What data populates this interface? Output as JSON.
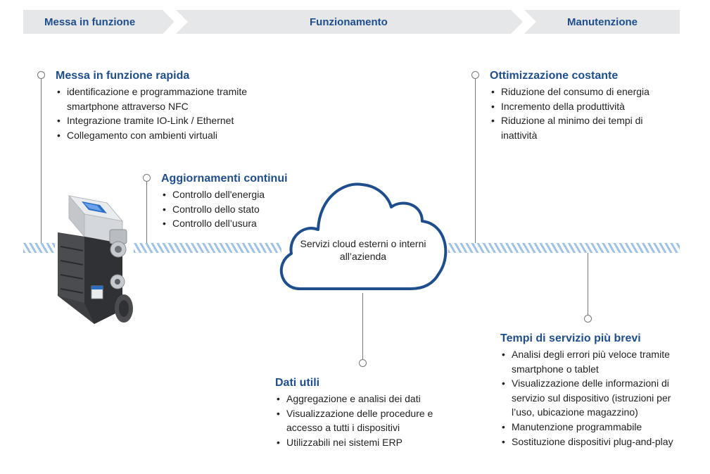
{
  "phases": [
    {
      "label": "Messa in funzione"
    },
    {
      "label": "Funzionamento"
    },
    {
      "label": "Manutenzione"
    }
  ],
  "blocks": {
    "commissioning": {
      "title": "Messa in funzione rapida",
      "items": [
        "identificazione e programmazione tramite smartphone attraverso NFC",
        "Integrazione tramite IO-Link / Ethernet",
        "Collegamento con ambienti virtuali"
      ]
    },
    "updates": {
      "title": "Aggiornamenti continui",
      "items": [
        "Controllo dell'energia",
        "Controllo dello stato",
        "Controllo dell’usura"
      ]
    },
    "optimization": {
      "title": "Ottimizzazione costante",
      "items": [
        "Riduzione del consumo di energia",
        "Incremento della produttività",
        "Riduzione al minimo dei tempi di inattività"
      ]
    },
    "data": {
      "title": "Dati utili",
      "items": [
        "Aggregazione e analisi dei dati",
        "Visualizzazione delle procedure e accesso a tutti i dispositivi",
        "Utilizzabili nei sistemi ERP"
      ]
    },
    "service": {
      "title": "Tempi di servizio più brevi",
      "items": [
        "Analisi degli errori più veloce tramite smartphone o tablet",
        "Visualizzazione delle informazioni di servizio sul dispositivo (istruzioni per l’uso, ubicazione magazzino)",
        "Manutenzione programmabile",
        "Sostituzione dispositivi plug-and-play"
      ]
    }
  },
  "cloud": {
    "label": "Servizi cloud esterni o interni all’azienda"
  },
  "colors": {
    "heading": "#1f4e8c",
    "band": "#9fc3e6",
    "phase_bar": "#e6e7e9",
    "cloud_outline": "#1f4e8c"
  },
  "icons": {
    "device": "vacuum-generator-device-icon",
    "cloud": "cloud-icon",
    "marker": "circle-marker-icon"
  }
}
